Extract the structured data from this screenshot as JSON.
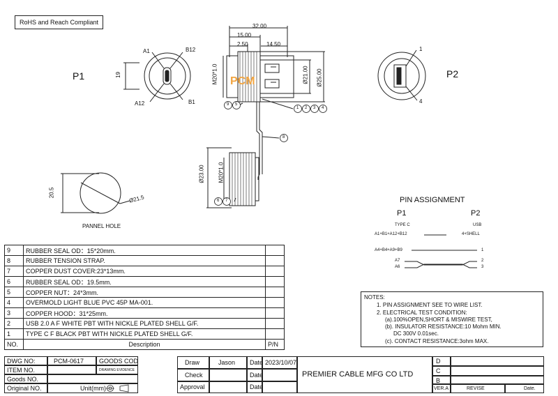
{
  "compliance": "RoHS and Reach Compliant",
  "views": {
    "p1_label": "P1",
    "p2_label": "P2",
    "p1_pins": {
      "a1": "A1",
      "b12": "B12",
      "a12": "A12",
      "b1": "B1"
    },
    "p2_pins": {
      "pin1": "1",
      "pin4": "4"
    },
    "height_dim": "19"
  },
  "side_view": {
    "dim_total": "32.00",
    "dim_15": "15.00",
    "dim_250": "2.50",
    "dim_1450": "14.50",
    "thread_top": "M20*1.0",
    "dia_21": "Ø21.00",
    "dia_25": "Ø25.00",
    "thread_bottom": "M20*1.0",
    "dia_23": "Ø23.00",
    "callout_9": "9",
    "callout_5": "5",
    "callout_1": "1",
    "callout_2": "2",
    "callout_3": "3",
    "callout_4": "4",
    "callout_8": "8",
    "callout_6": "6",
    "callout_7": "7"
  },
  "watermark": {
    "pcm": "PCM"
  },
  "panel_hole": {
    "label": "PANNEL HOLE",
    "dim_h": "20.5",
    "dim_d": "Ø21.5"
  },
  "pin_assignment": {
    "title": "PIN  ASSIGNMENT",
    "p1": "P1",
    "p2": "P2",
    "p1_type": "TYPE C",
    "p2_type": "USB",
    "rows": [
      {
        "left": "A1+B1+A12+B12",
        "right": "4+SHELL"
      },
      {
        "left": "A4+B4+A9+B9",
        "right": "1"
      },
      {
        "left": "A7",
        "right": "2"
      },
      {
        "left": "A6",
        "right": "3"
      }
    ]
  },
  "bom": [
    {
      "no": "9",
      "desc": "RUBBER  SEAL OD：15*20mm."
    },
    {
      "no": "8",
      "desc": "RUBBER  TENSION STRAP."
    },
    {
      "no": "7",
      "desc": "COPPER DUST COVER:23*13mm."
    },
    {
      "no": "6",
      "desc": "RUBBER SEAL OD：19.5mm."
    },
    {
      "no": "5",
      "desc": "COPPER NUT：24*3mm."
    },
    {
      "no": "4",
      "desc": "OVERMOLD LIGHT BLUE PVC 45P MA-001."
    },
    {
      "no": "3",
      "desc": "COPPER HOOD：31*25mm."
    },
    {
      "no": "2",
      "desc": "USB 2.0 A F WHITE PBT WITH NICKLE  PLATED SHELL G/F."
    },
    {
      "no": "1",
      "desc": "TYPE C F BLACK PBT WITH NICKLE  PLATED SHELL G/F."
    }
  ],
  "bom_header": {
    "no": "NO.",
    "desc": "Description",
    "pn": "P/N"
  },
  "notes": {
    "title": "NOTES:",
    "lines": [
      "1. PIN ASSIGNMENT SEE TO WIRE LIST.",
      "2. ELECTRICAL TEST CONDITION:",
      "(a).100%OPEN,SHORT & MISWIRE TEST,",
      "(b). INSULATOR RESISTANCE:10 Mohm MIN.",
      "DC 300V 0.01sec.",
      "(c). CONTACT RESISTANCE:3ohm MAX."
    ]
  },
  "title_block": {
    "dwg_no_label": "DWG NO:",
    "dwg_no": "PCM-0617",
    "goods_code_label": "GOODS CODE",
    "item_no_label": "ITEM NO.",
    "drawing_evidence": "DRAWING EVIDENCE",
    "goods_no_label": "Goods NO.",
    "original_no_label": "Original NO.",
    "unit_label": "Unit(mm)",
    "draw_label": "Draw",
    "draw_name": "Jason",
    "check_label": "Check",
    "approval_label": "Approval",
    "date_label": "Date",
    "date_value": "2023/10/07",
    "company": "PREMIER CABLE MFG CO LTD",
    "rev_d": "D",
    "rev_c": "C",
    "rev_b": "B",
    "ver": "VER.A",
    "revise": "REVISE",
    "date2": "Date."
  }
}
